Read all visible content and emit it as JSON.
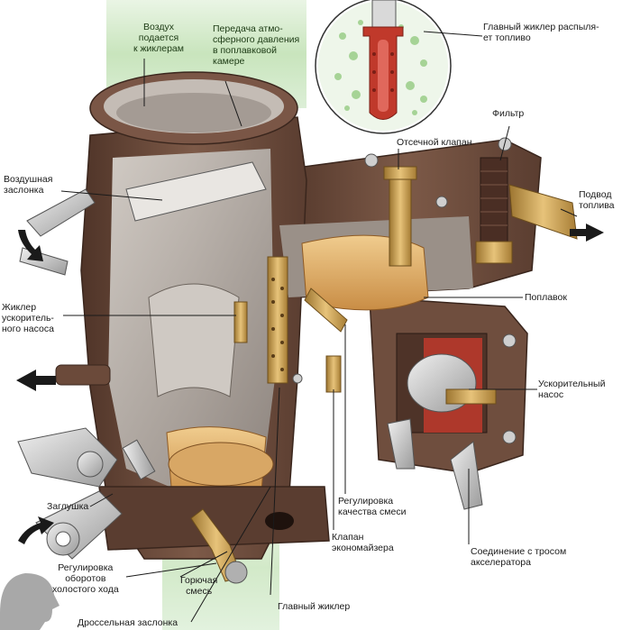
{
  "labels": {
    "air_in": [
      "Воздух",
      "подается",
      "к жиклерам"
    ],
    "atm_pressure": [
      "Передача атмо-",
      "сферного давления",
      "в поплавковой",
      "камере"
    ],
    "main_jet_spray": [
      "Главный жиклер распыля-",
      "ет топливо"
    ],
    "filter": [
      "Фильтр"
    ],
    "cutoff_valve": [
      "Отсечной клапан"
    ],
    "air_damper": [
      "Воздушная",
      "заслонка"
    ],
    "fuel_supply": [
      "Подвод",
      "топлива"
    ],
    "float": [
      "Поплавок"
    ],
    "accel_jet": [
      "Жиклер",
      "ускоритель-",
      "ного насоса"
    ],
    "accel_pump": [
      "Ускорительный",
      "насос"
    ],
    "plug": [
      "Заглушка"
    ],
    "mix_quality": [
      "Регулировка",
      "качества смеси"
    ],
    "econ_valve": [
      "Клапан",
      "экономайзера"
    ],
    "throttle_cable": [
      "Соединение с тросом",
      "акселератора"
    ],
    "idle_adjust": [
      "Регулировка",
      "оборотов",
      "холостого хода"
    ],
    "mixture": [
      "Горючая",
      "смесь"
    ],
    "main_jet": [
      "Главный жиклер"
    ],
    "throttle": [
      "Дроссельная заслонка"
    ]
  },
  "colors": {
    "body_dark": "#6b4a3a",
    "body_mid": "#8a6a58",
    "interior": "#b9b3ad",
    "brass": "#c9a25a",
    "fuel": "#e0b070",
    "airflow_green": "#b8dcaa",
    "pump_red": "#c0392b",
    "metal_light": "#d8d8d8"
  },
  "icons": [
    "arrow-left-icon",
    "arrow-curved-icon",
    "head-silhouette-icon"
  ]
}
